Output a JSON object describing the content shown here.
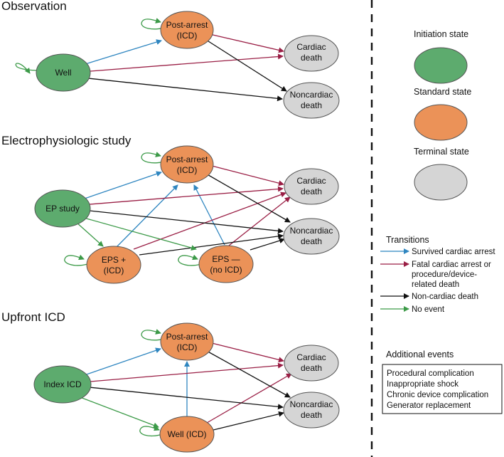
{
  "sections": {
    "observation": "Observation",
    "ep": "Electrophysiologic study",
    "icd": "Upfront ICD"
  },
  "nodes": {
    "well": "Well",
    "post_arrest": [
      "Post-arrest",
      "(ICD)"
    ],
    "cardiac_death": [
      "Cardiac",
      "death"
    ],
    "noncardiac_death": [
      "Noncardiac",
      "death"
    ],
    "ep_study": "EP study",
    "eps_plus": [
      "EPS +",
      "(ICD)"
    ],
    "eps_minus": [
      "EPS —",
      "(no ICD)"
    ],
    "index_icd": "Index ICD",
    "well_icd": "Well (ICD)"
  },
  "legend": {
    "initiation": "Initiation state",
    "standard": "Standard state",
    "terminal": "Terminal state",
    "transitions_title": "Transitions",
    "survived": "Survived cardiac arrest",
    "fatal_lines": [
      "Fatal cardiac arrest or",
      "procedure/device-",
      "related death"
    ],
    "noncardiac": "Non-cardiac death",
    "no_event": "No event",
    "additional_title": "Additional events",
    "additional_items": [
      "Procedural complication",
      "Inappropriate shock",
      "Chronic device complication",
      "Generator replacement"
    ]
  },
  "colors": {
    "initiation": "#5dab6e",
    "standard": "#eb9258",
    "terminal": "#d5d5d5",
    "survived": "#2f86c0",
    "fatal": "#9a1f45",
    "noncardiac": "#111111",
    "no_event": "#3c9a48"
  }
}
